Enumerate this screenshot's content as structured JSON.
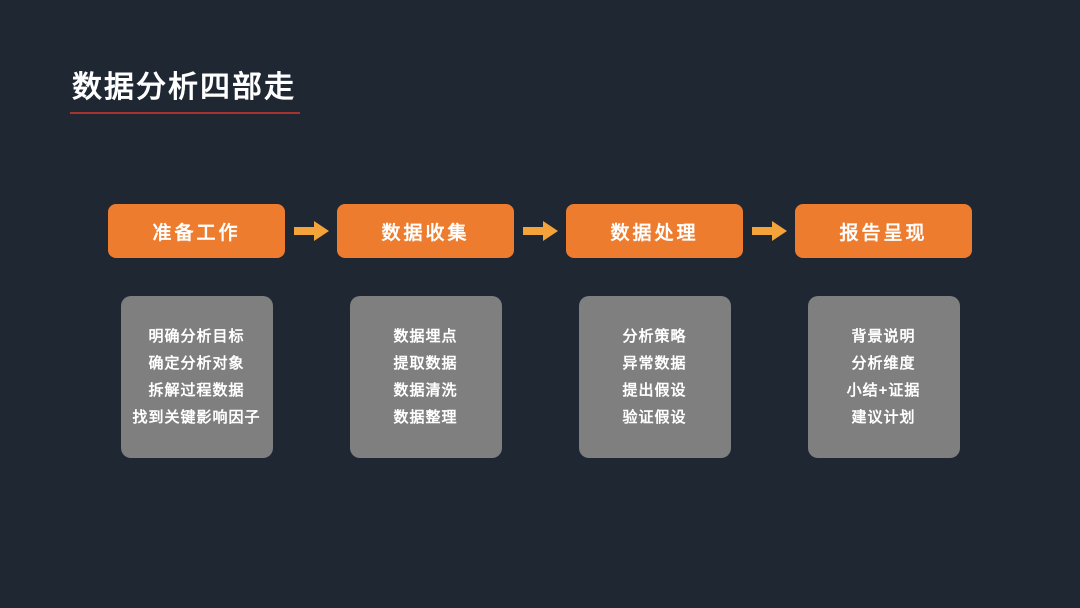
{
  "title": {
    "text": "数据分析四部走"
  },
  "colors": {
    "background": "#1f2733",
    "step_bg": "#ee7c2e",
    "card_bg": "#7f7f7f",
    "arrow": "#f3a33a",
    "underline": "#a8332e",
    "text": "#ffffff"
  },
  "steps": [
    {
      "label": "准备工作",
      "items": [
        "明确分析目标",
        "确定分析对象",
        "拆解过程数据",
        "找到关键影响因子"
      ]
    },
    {
      "label": "数据收集",
      "items": [
        "数据埋点",
        "提取数据",
        "数据清洗",
        "数据整理"
      ]
    },
    {
      "label": "数据处理",
      "items": [
        "分析策略",
        "异常数据",
        "提出假设",
        "验证假设"
      ]
    },
    {
      "label": "报告呈现",
      "items": [
        "背景说明",
        "分析维度",
        "小结+证据",
        "建议计划"
      ]
    }
  ]
}
